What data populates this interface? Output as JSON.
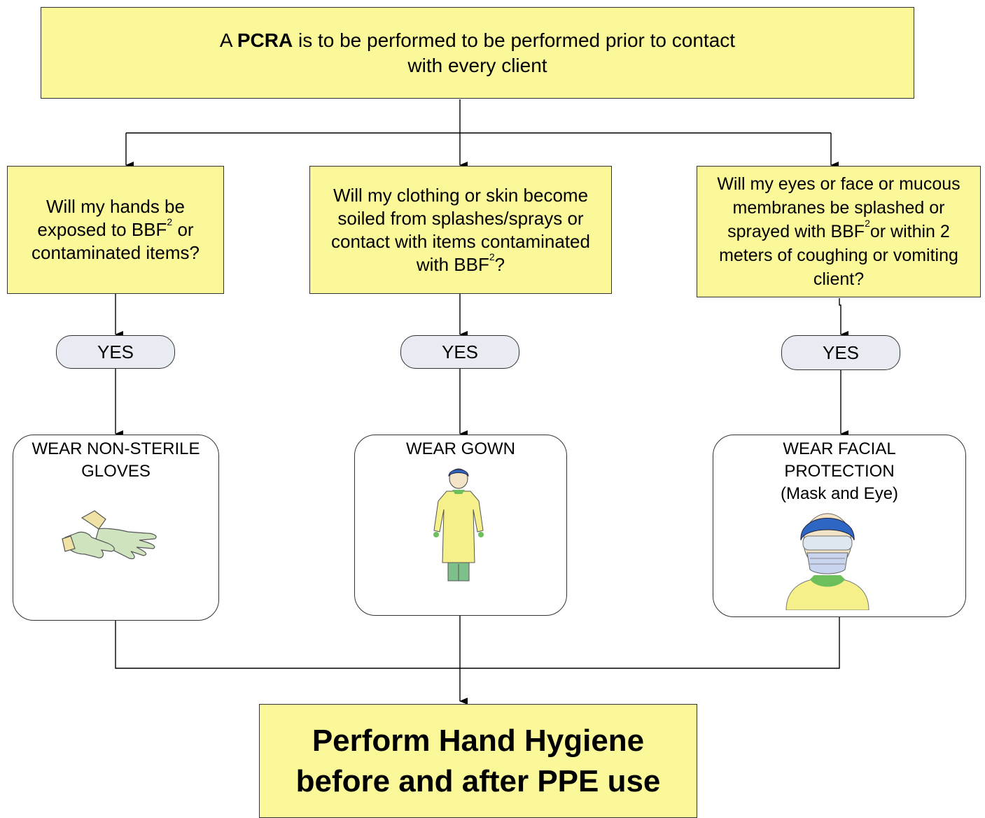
{
  "top": {
    "prefix": "A ",
    "bold": "PCRA",
    "line1_rest": " is to be performed to be performed prior to contact",
    "line2": "with every client"
  },
  "questions": {
    "hands": {
      "pre": "Will my hands be exposed to BBF",
      "sup": "2",
      "post": " or contaminated items?"
    },
    "clothing": {
      "pre": "Will my clothing or skin become soiled from splashes/sprays or contact with items contaminated with BBF",
      "sup": "2",
      "post": "?"
    },
    "face": {
      "pre": "Will my eyes or face or mucous membranes be splashed or sprayed with BBF",
      "sup": "2",
      "post": "or within 2 meters of coughing or vomiting client?"
    }
  },
  "yes_labels": [
    "YES",
    "YES",
    "YES"
  ],
  "actions": {
    "gloves": "WEAR NON-STERILE GLOVES",
    "gown": "WEAR GOWN",
    "facial": "WEAR FACIAL PROTECTION",
    "facial_sub": "(Mask and Eye)"
  },
  "bottom": {
    "line1": "Perform Hand Hygiene",
    "line2": "before and after PPE use"
  },
  "icons": [
    "gloves-illustration",
    "gown-illustration",
    "face-mask-illustration"
  ],
  "colors": {
    "box_fill": "#fbf89a",
    "pill_fill": "#e8ebf2",
    "line": "#000000"
  }
}
